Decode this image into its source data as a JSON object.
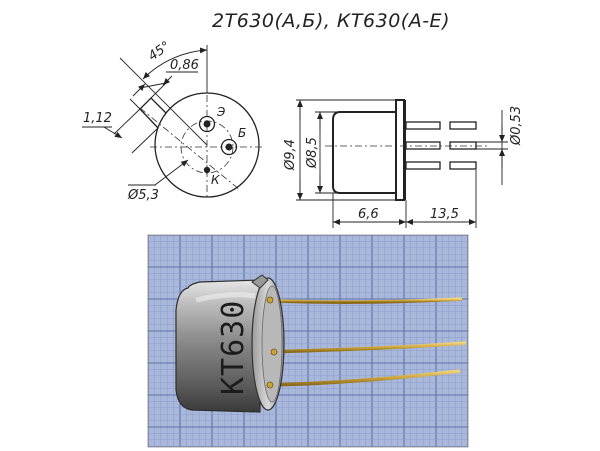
{
  "title": "2Т630(А,Б), КТ630(А-Е)",
  "top_view": {
    "angle_label": "45°",
    "tab_width_label": "0,86",
    "tab_length_label": "1,12",
    "pin_circle_label": "Ø5,3",
    "pin_labels": {
      "emitter": "Э",
      "base": "Б",
      "collector": "К"
    }
  },
  "side_view": {
    "outer_diameter_label": "Ø9,4",
    "body_diameter_label": "Ø8,5",
    "lead_diameter_label": "Ø0,53",
    "body_height_label": "6,6",
    "lead_length_label": "13,5"
  },
  "photo": {
    "marking": "КТ630",
    "colors": {
      "paper": "#a9b8da",
      "grid_minor": "#8a9ccb",
      "grid_major": "#5e72aa",
      "metal": "#8f8f8f",
      "lead": "#c9a23a"
    }
  }
}
